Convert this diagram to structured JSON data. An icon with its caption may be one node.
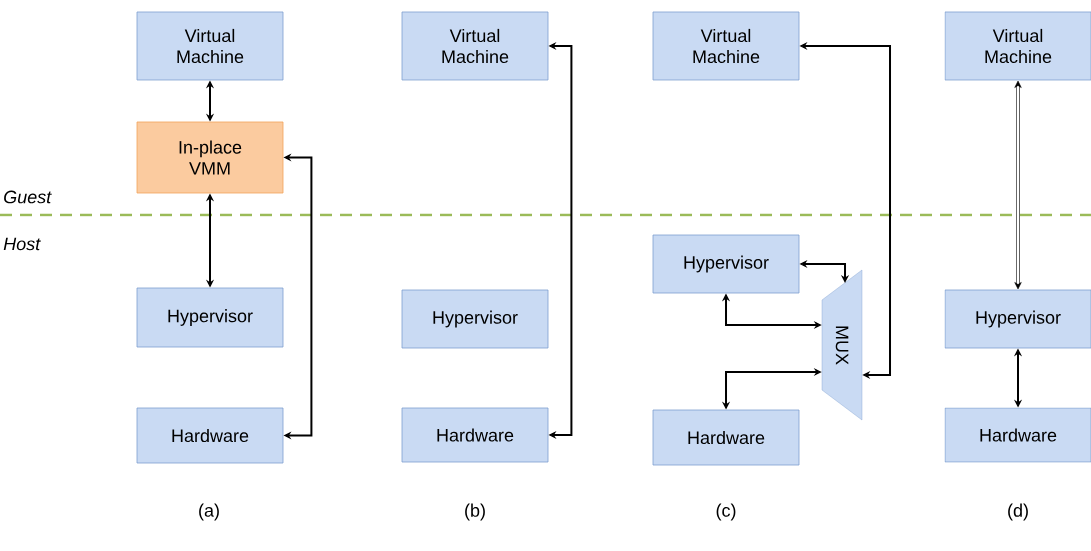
{
  "diagram": {
    "nodes": [
      {
        "text": [
          "Virtual Machine"
        ]
      },
      {
        "text": [
          "In-place VMM"
        ]
      },
      {
        "text": [
          "Hypervisor"
        ]
      },
      {
        "text": [
          "Hardware"
        ]
      },
      {
        "text": [
          "Virtual Machine"
        ]
      },
      {
        "text": [
          "Hypervisor"
        ]
      },
      {
        "text": [
          "Hardware"
        ]
      },
      {
        "text": [
          "Virtual Machine"
        ]
      },
      {
        "text": [
          "Hypervisor"
        ]
      },
      {
        "text": [
          "MUX"
        ]
      },
      {
        "text": [
          "Hardware"
        ]
      },
      {
        "text": [
          "Virtual Machine"
        ]
      },
      {
        "text": [
          "Hypervisor"
        ]
      },
      {
        "text": [
          "Hardware"
        ]
      }
    ],
    "edges": [
      {
        "from": 0,
        "to": 1,
        "arrow": "both"
      },
      {
        "from": 1,
        "to": 2,
        "arrow": "both"
      },
      {
        "from": 1,
        "to": 3,
        "arrow": "both"
      },
      {
        "from": 4,
        "to": 6,
        "arrow": "both"
      },
      {
        "from": 7,
        "to": 9,
        "arrow": "both"
      },
      {
        "from": 8,
        "to": 9,
        "arrow": "both"
      },
      {
        "from": 8,
        "to": 9,
        "arrow": "both"
      },
      {
        "from": 10,
        "to": 9,
        "arrow": "both"
      },
      {
        "from": 11,
        "to": 12,
        "arrow": "both"
      },
      {
        "from": 12,
        "to": 13,
        "arrow": "both"
      }
    ],
    "labels": [
      "Guest",
      "Host",
      "(a)",
      "(b)",
      "(c)",
      "(d)"
    ]
  }
}
